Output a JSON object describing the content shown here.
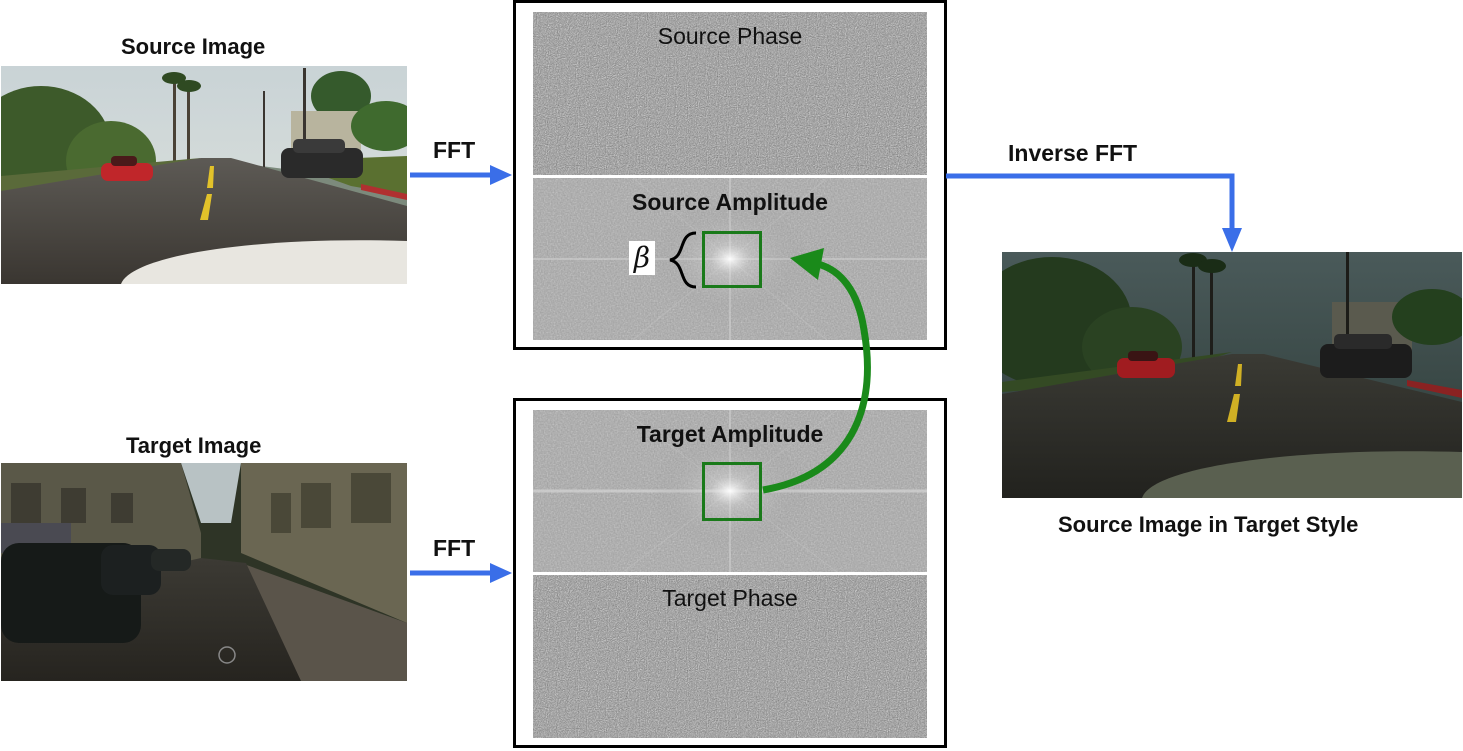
{
  "captions": {
    "source_image": "Source Image",
    "target_image": "Target Image",
    "result_image": "Source Image in Target Style"
  },
  "arrows": {
    "fft_top": "FFT",
    "fft_bottom": "FFT",
    "inverse_fft": "Inverse FFT"
  },
  "source_panel": {
    "phase_label": "Source Phase",
    "amplitude_label": "Source Amplitude",
    "beta_symbol": "β"
  },
  "target_panel": {
    "amplitude_label": "Target Amplitude",
    "phase_label": "Target Phase"
  },
  "colors": {
    "fft_arrow": "#3a6ee8",
    "swap_arrow": "#1a8a1a",
    "window_box": "#1a7a1a"
  }
}
